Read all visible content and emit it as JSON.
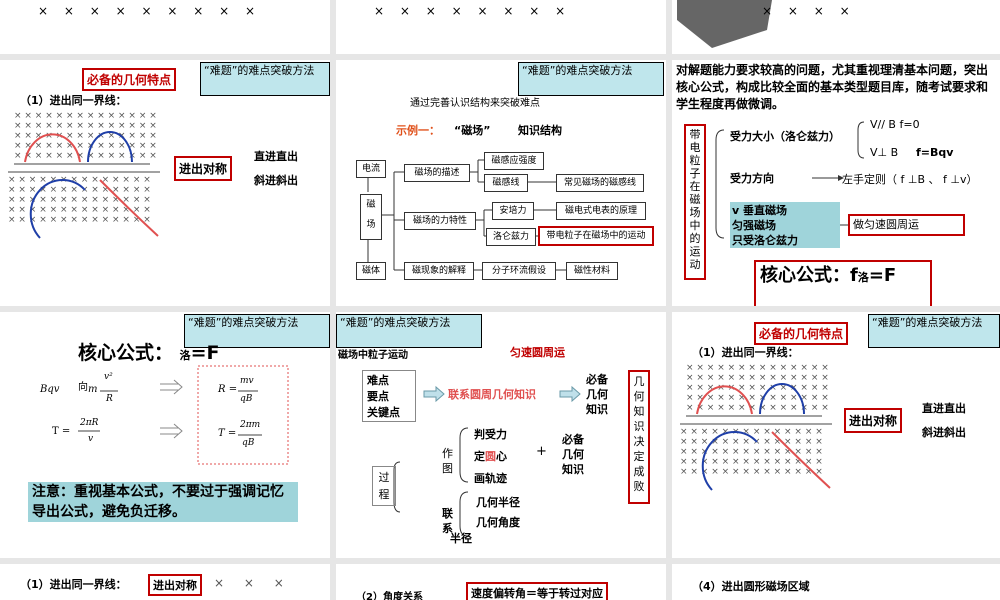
{
  "slides": {
    "s2": {
      "badge": "必备的几何特点",
      "header": "“难题”的难点突破方法",
      "title": "（1）进出同一界线：",
      "symmetric": "进出对称",
      "straight": "直进直出",
      "oblique": "斜进斜出"
    },
    "s3": {
      "header": "“难题”的难点突破方法",
      "subtitle": "通过完善认识结构来突破难点",
      "example": "示例一：",
      "topic": "“磁场”",
      "structure": "知识结构",
      "nodes": {
        "current": "电流",
        "magnet": "磁体",
        "field_left": "磁",
        "field_right": "场",
        "describe": "磁场的描述",
        "force": "磁场的力特性",
        "phenomenon": "磁现象的解释",
        "induction": "磁感应强度",
        "lines": "磁感线",
        "common_lines": "常见磁场的磁感线",
        "ampere": "安培力",
        "meter": "磁电式电表的原理",
        "lorentz": "洛仑兹力",
        "motion": "带电粒子在磁场中的运动",
        "molecular": "分子环流假设",
        "material": "磁性材料"
      }
    },
    "s4": {
      "intro": "对解题能力要求较高的问题，尤其重视理清基本问题，突出核心公式，构成比较全面的基本类型题目库，随考试要求和学生程度再做微调。",
      "vertical_label": "带电粒子在磁场中的运动",
      "magnitude": "受力大小（洛仑兹力）",
      "parallel": "V// B    f=0",
      "perp": "V⊥ B",
      "perp_formula": "f=Bqv",
      "direction": "受力方向",
      "left_hand": "左手定则（ f ⊥B 、 f ⊥v）",
      "condition": "v 垂直磁场\n匀强磁场\n只受洛仑兹力",
      "result": "做匀速圆周运",
      "core": "核心公式：",
      "core_f": "f",
      "core_sub": "洛",
      "core_eq": "=F"
    },
    "s5": {
      "header": "“难题”的难点突破方法",
      "core": "核心公式：",
      "core_sub": "洛",
      "core_eq": "=F",
      "bqv": "Bqv",
      "eq_to": "向",
      "eq_m": "m",
      "eq_v2": "v²",
      "eq_r": "R",
      "t_lhs": "T =",
      "t_num": "2πR",
      "t_den": "v",
      "r_lhs": "R =",
      "r_num": "mv",
      "r_den": "qB",
      "t2_lhs": "T =",
      "t2_num": "2πm",
      "t2_den": "qB",
      "note": "注意：重视基本公式，不要过于强调记忆导出公式，避免负迁移。"
    },
    "s6": {
      "header": "“难题”的难点突破方法",
      "partial_title": "磁场中粒子运动",
      "uniform": "匀速圆周运",
      "keypoints": "难点\n要点\n关键点",
      "link": "联系圆周几何知识",
      "must": "必备\n几何\n知识",
      "vertical": "几何知识决定成败",
      "process": "过\n程",
      "draw": "作\n图",
      "force": "判受力",
      "center_a": "定",
      "center_b": "圆",
      "center_c": "心",
      "track": "画轨迹",
      "plus": "+",
      "must2": "必备\n几何\n知识",
      "connect": "联\n系",
      "radius": "几何半径",
      "angle": "几何角度",
      "half": "半径"
    },
    "s7": {
      "badge": "必备的几何特点",
      "header": "“难题”的难点突破方法",
      "title": "（1）进出同一界线：",
      "symmetric": "进出对称",
      "straight": "直进直出",
      "oblique": "斜进斜出"
    },
    "s8": {
      "title": "（1）进出同一界线：",
      "badge": "进出对称"
    },
    "s9": {
      "title": "（2）角度关系",
      "badge": "速度偏转角＝等于转过对应"
    },
    "s10": {
      "title": "（4）进出圆形磁场区域"
    }
  },
  "colors": {
    "red": "#c00000",
    "cyan": "#bfe6ec",
    "teal": "#9fd4da",
    "blue": "#1f3fa8",
    "pink": "#e05050"
  }
}
